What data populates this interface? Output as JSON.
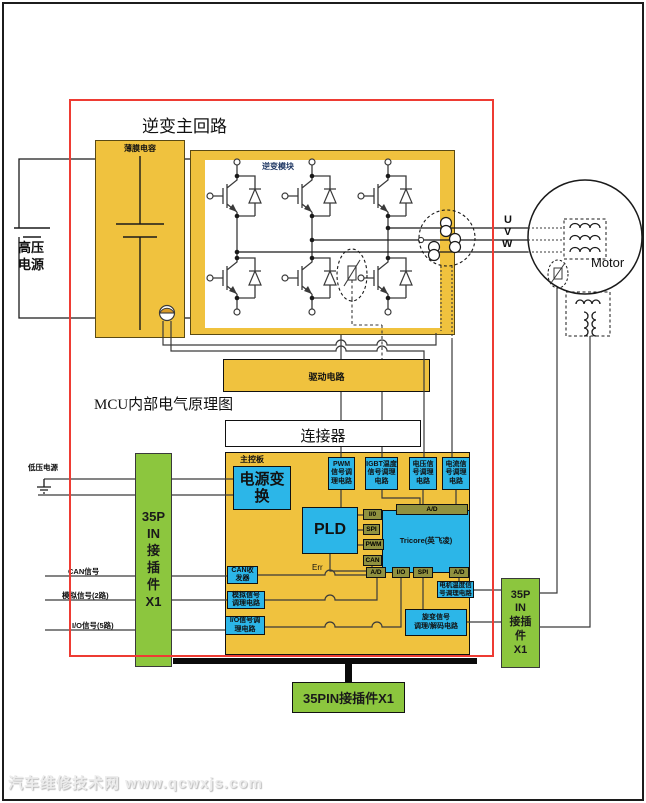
{
  "colors": {
    "block_yellow": "#f0c23e",
    "box_blue": "#2cb6e8",
    "port_olive": "#90913f",
    "connector_green": "#8cc63e",
    "frame_red": "#ee3b33",
    "wire": "#3a3a3a"
  },
  "titles": {
    "main_loop": "逆变主回路",
    "mcu": "MCU内部电气原理图",
    "watermark": "汽车维修技术网 www.qcwxjs.com"
  },
  "power": {
    "hv": "高压\n电源",
    "lv": "低压电源"
  },
  "blocks": {
    "film_cap": "薄膜电容",
    "inverter_module": "逆变模块",
    "drive": "驱动电路",
    "connector": "连接器",
    "board": "主控板"
  },
  "motor": {
    "label": "Motor",
    "phase_u": "U",
    "phase_v": "V",
    "phase_w": "W"
  },
  "inputs": {
    "can": "CAN信号",
    "analog": "模拟信号(2路)",
    "io": "I/O信号(5路)"
  },
  "board": {
    "power_conv": "电源变\n换",
    "pld": "PLD",
    "tricore": "Tricore(英飞凌)",
    "err": "Err",
    "cond_pwm": "PWM\n信号调\n理电路",
    "cond_igbt": "IGBT温度\n信号调理\n电路",
    "cond_volt": "电压信\n号调理\n电路",
    "cond_curr": "电流信\n号调理\n电路",
    "can_tx": "CAN收\n发器",
    "analog_cond": "模拟信号\n调理电路",
    "io_cond": "I/O信号调\n理电路",
    "motor_temp_cond": "电机温度信\n号调理电路",
    "resolver_cond": "旋变信号\n调理/解码电路",
    "port_ad_top": "A/D",
    "port_io": "I/0",
    "port_spi": "SPI",
    "port_pwm": "PWM",
    "port_can": "CAN",
    "port_ad_b1": "A/D",
    "port_io_b": "I/O",
    "port_spi_b": "SPI",
    "port_ad_b2": "A/D"
  },
  "connectors": {
    "left": "35P\nIN\n接\n插\n件\nX1",
    "right": "35P\nIN\n接插\n件\nX1",
    "bottom": "35PIN接插件X1"
  }
}
